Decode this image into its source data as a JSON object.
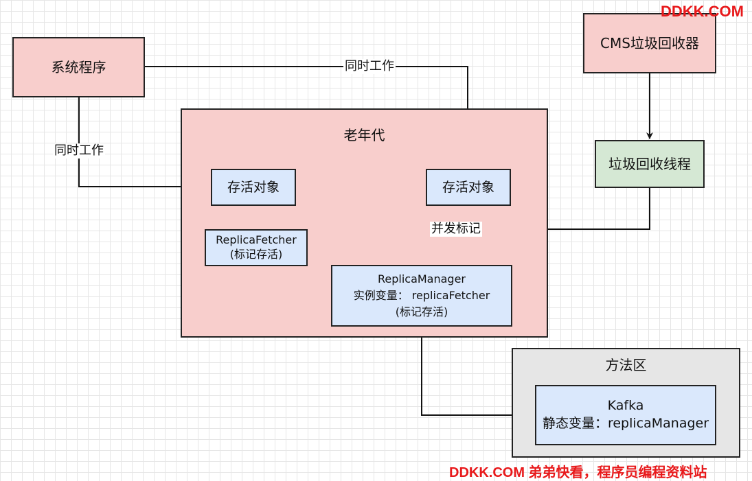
{
  "watermark_top": "DDKK.COM",
  "watermark_bottom": "DDKK.COM 弟弟快看，程序员编程资料站",
  "nodes": {
    "system_program": "系统程序",
    "cms_collector": "CMS垃圾回收器",
    "gc_thread": "垃圾回收线程",
    "old_gen": "老年代",
    "live_object_left": "存活对象",
    "live_object_right": "存活对象",
    "replica_fetcher_line1": "ReplicaFetcher",
    "replica_fetcher_line2": "(标记存活)",
    "replica_manager_line1": "ReplicaManager",
    "replica_manager_line2": "实例变量： replicaFetcher",
    "replica_manager_line3": "(标记存活)",
    "method_area": "方法区",
    "kafka_line1": "Kafka",
    "kafka_line2": "静态变量：replicaManager"
  },
  "edges": {
    "system_to_right_object": "同时工作",
    "system_to_left_object": "同时工作",
    "gc_to_fetcher": "并发标记"
  }
}
